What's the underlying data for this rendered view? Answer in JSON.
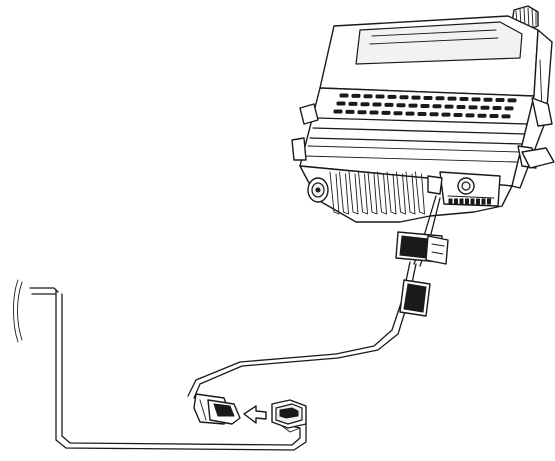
{
  "colors": {
    "ink": "#1a1a1a",
    "fill": "#ffffff",
    "shade": "#f2f2f2",
    "background": "#ffffff"
  },
  "components": [
    {
      "id": "radio-unit",
      "icon": "radio-transceiver-icon"
    },
    {
      "id": "interface-cable",
      "icon": "cable-icon"
    },
    {
      "id": "plug-connector",
      "icon": "plug-icon"
    },
    {
      "id": "socket-connector",
      "icon": "socket-icon"
    },
    {
      "id": "insert-direction",
      "icon": "arrow-left-icon"
    }
  ]
}
